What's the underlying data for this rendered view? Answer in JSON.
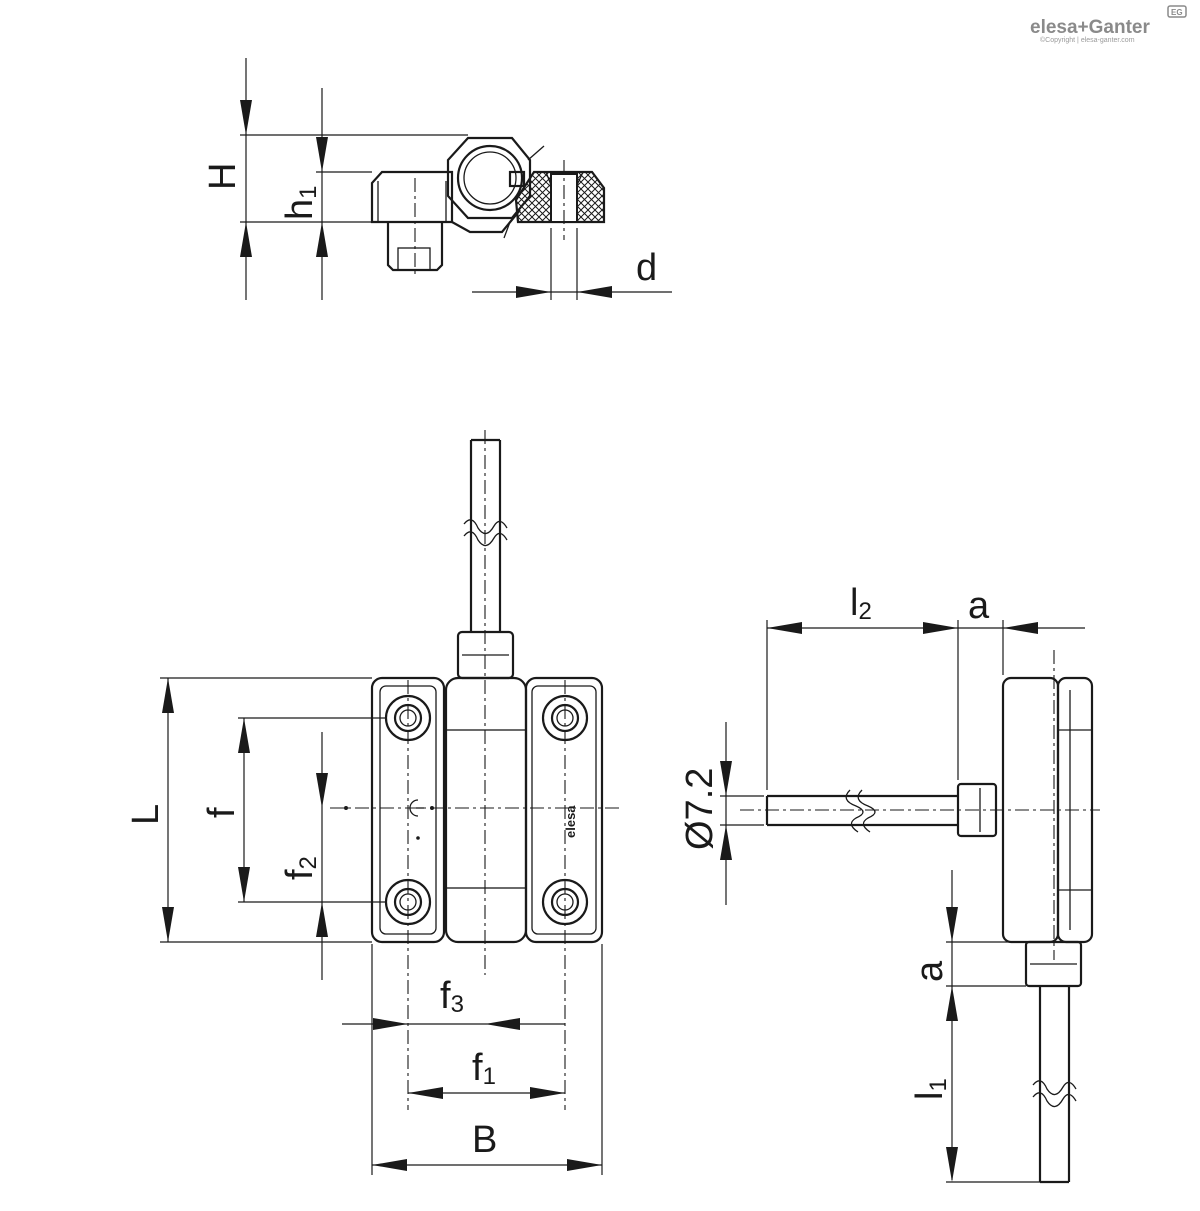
{
  "brand": {
    "name": "elesa+Ganter",
    "badge": "EG",
    "copyright": "©Copyright | elesa-ganter.com"
  },
  "product_marking": "elesa",
  "dimensions": {
    "H": "H",
    "h1": {
      "base": "h",
      "sub": "1"
    },
    "d": "d",
    "l2": {
      "base": "l",
      "sub": "2"
    },
    "a_top": "a",
    "L": "L",
    "f": "f",
    "f2": {
      "base": "f",
      "sub": "2"
    },
    "diameter": "Ø7.2",
    "a_side": "a",
    "f3": {
      "base": "f",
      "sub": "3"
    },
    "f1": {
      "base": "f",
      "sub": "1"
    },
    "B": "B",
    "l1": {
      "base": "l",
      "sub": "1"
    }
  }
}
